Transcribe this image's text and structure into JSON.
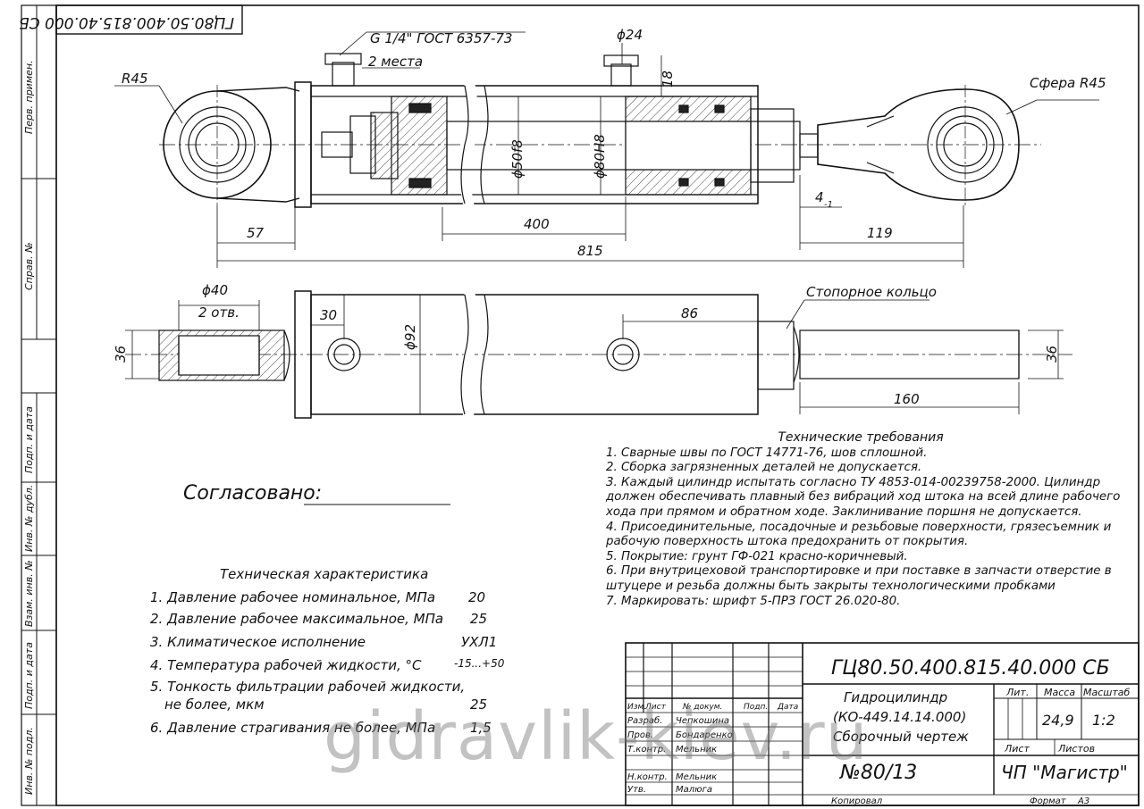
{
  "drawing": {
    "doc_code_stamp": "ГЦ80.50.400.815.40.000 СБ",
    "callouts": {
      "thread": "G 1/4\" ГОСТ 6357-73",
      "places": "2 места",
      "d24": "ϕ24",
      "dim18": "18",
      "r45_left": "R45",
      "sphere": "Сфера R45",
      "d50": "ϕ50f8",
      "d80": "ϕ80H8",
      "dim4": "4",
      "dim4_tol": "-1",
      "dim57": "57",
      "dim400": "400",
      "dim815": "815",
      "dim119": "119",
      "d40": "ϕ40",
      "holes": "2 отв.",
      "dim30": "30",
      "dim86": "86",
      "d92": "ϕ92",
      "dim36_left": "36",
      "dim36_right": "36",
      "dim160": "160",
      "retaining_ring": "Стопорное кольцо"
    },
    "side_labels": [
      "Перв. примен.",
      "Справ. №",
      "Подп. и дата",
      "Инв. № дубл.",
      "Взам. инв. №",
      "Подп. и дата",
      "Инв. № подл."
    ]
  },
  "agreed": "Согласовано:",
  "tech_requirements": {
    "title": "Технические требования",
    "lines": [
      "1.   Сварные швы по ГОСТ 14771-76, шов сплошной.",
      "2.   Сборка загрязненных деталей не допускается.",
      "3. Каждый цилиндр испытать согласно ТУ 4853-014-00239758-2000. Цилиндр",
      "должен обеспечивать плавный без вибраций ход штока на всей длине рабочего",
      "хода при прямом и обратном ходе. Заклинивание поршня не допускается.",
      "4. Присоединительные, посадочные и резьбовые поверхности, грязесъемник и",
      "рабочую поверхность штока предохранить от покрытия.",
      "5. Покрытие: грунт ГФ-021 красно-коричневый.",
      "6.  При внутрицеховой транспортировке и при поставке в запчасти отверстие в",
      "штуцере и резьба должны быть закрыты технологическими пробками",
      "7. Маркировать: шрифт 5-ПРЗ ГОСТ 26.020-80."
    ]
  },
  "tech_spec": {
    "title": "Техническая характеристика",
    "rows": [
      {
        "label": "1. Давление рабочее номинальное, МПа",
        "value": "20"
      },
      {
        "label": "2. Давление рабочее максимальное, МПа",
        "value": "25"
      },
      {
        "label": "3. Климатическое исполнение",
        "value": "УХЛ1"
      },
      {
        "label": "4. Температура рабочей жидкости, °С",
        "value": "-15...+50"
      },
      {
        "label": "5. Тонкость фильтрации рабочей жидкости,",
        "value": ""
      },
      {
        "label": "не более, мкм",
        "value": "25"
      },
      {
        "label": "6. Давление страгивания не более, МПа",
        "value": "1,5"
      }
    ]
  },
  "title_block": {
    "doc_code": "ГЦ80.50.400.815.40.000 СБ",
    "name_line1": "Гидроцилиндр",
    "name_line2": "(КО-449.14.14.000)",
    "name_line3": "Сборочный чертеж",
    "order_no": "№80/13",
    "company": "ЧП \"Магистр\"",
    "col_headers": [
      "Изм.",
      "Лист",
      "№ докум.",
      "Подп.",
      "Дата"
    ],
    "roles": [
      {
        "role": "Разраб.",
        "name": "Чепкошина"
      },
      {
        "role": "Пров.",
        "name": "Бондаренко"
      },
      {
        "role": "Т.контр.",
        "name": "Мельник"
      },
      {
        "role": "Н.контр.",
        "name": "Мельник"
      },
      {
        "role": "Утв.",
        "name": "Малюга"
      }
    ],
    "lit_label": "Лит.",
    "mass_label": "Масса",
    "scale_label": "Масштаб",
    "mass": "24,9",
    "scale": "1:2",
    "sheet_label": "Лист",
    "sheets_label": "Листов",
    "copied": "Копировал",
    "format_label": "Формат",
    "format": "А3"
  },
  "watermark": "gidravlik-kiev.ru"
}
